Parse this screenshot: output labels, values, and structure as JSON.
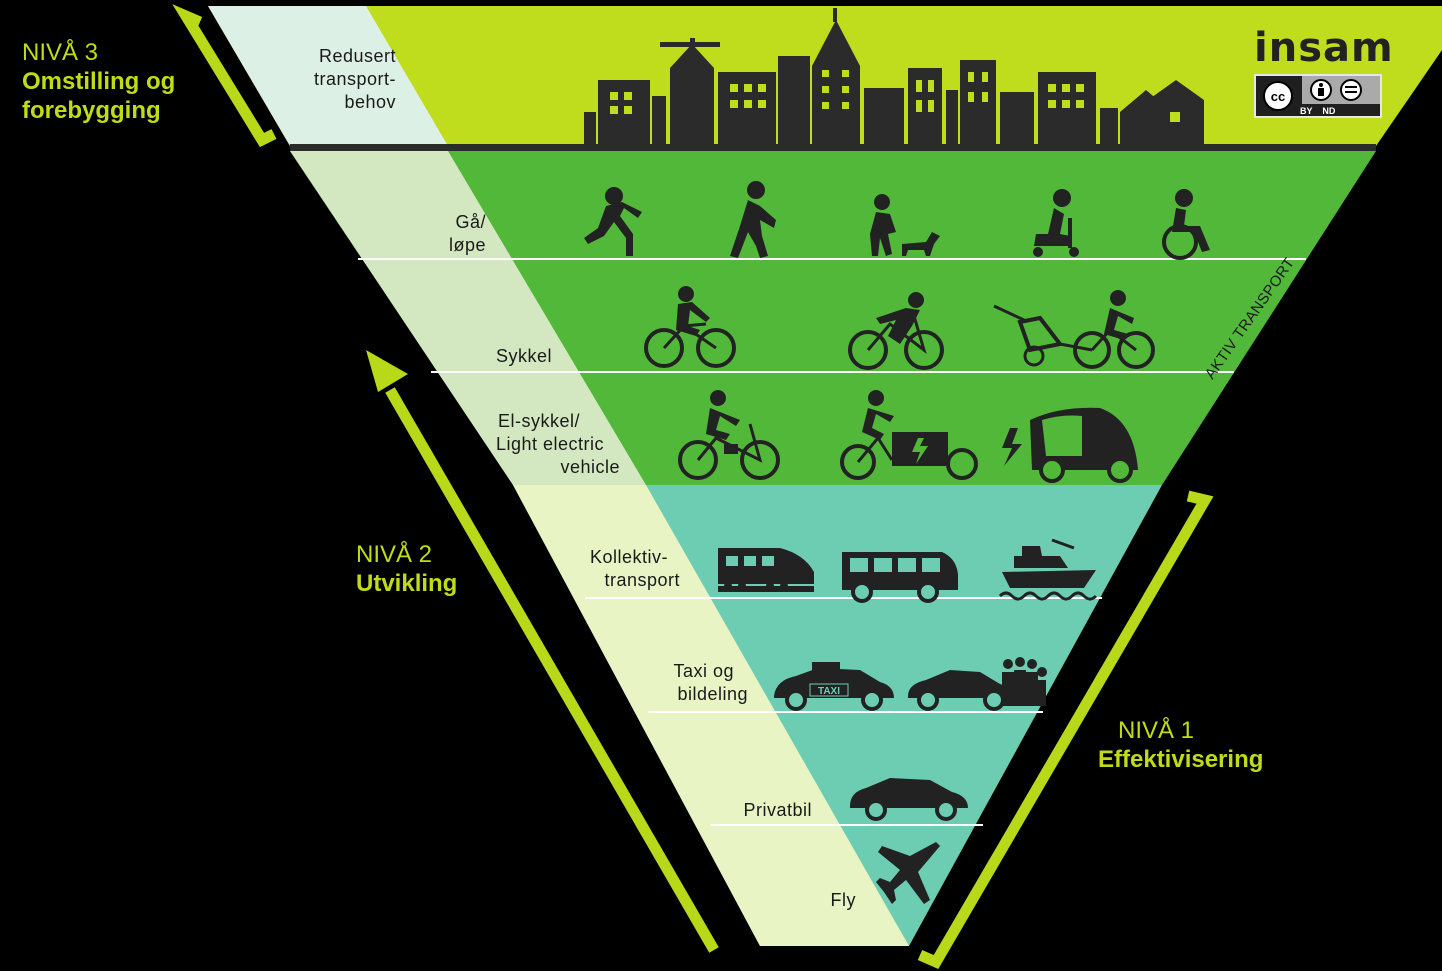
{
  "colors": {
    "background": "#000000",
    "level3_band": "#bfdd1c",
    "level3_label_panel": "#ddf0e6",
    "active_band": "#52b83a",
    "active_label_panel": "#d3e8c0",
    "efficiency_band": "#6dcdb2",
    "efficiency_label_panel": "#e8f4c4",
    "bracket_green": "#b8d81a",
    "level_text": "#c1dc16"
  },
  "levels": {
    "level3": {
      "title": "NIVÅ 3",
      "subtitle": "Omstilling og forebygging"
    },
    "level2": {
      "title": "NIVÅ 2",
      "subtitle": "Utvikling"
    },
    "level1": {
      "title": "NIVÅ 1",
      "subtitle": "Effektivisering"
    }
  },
  "brand": {
    "logo": "insam",
    "license_icons": [
      "cc-icon",
      "by-icon",
      "nd-icon"
    ],
    "license_sub": "BY    ND"
  },
  "side_label": "AKTIV TRANSPORT",
  "rows": [
    {
      "label": "Redusert transport- behov",
      "lines": [
        "Redusert",
        "transport-",
        "behov"
      ],
      "icons": [
        "city-skyline-icon"
      ]
    },
    {
      "label": "Gå/ løpe",
      "lines": [
        "Gå/",
        "løpe"
      ],
      "icons": [
        "runner-icon",
        "walker-icon",
        "dog-walker-icon",
        "mobility-scooter-icon",
        "wheelchair-icon"
      ]
    },
    {
      "label": "Sykkel",
      "lines": [
        "Sykkel"
      ],
      "icons": [
        "city-bicycle-icon",
        "road-bicycle-icon",
        "bike-trailer-icon"
      ]
    },
    {
      "label": "El-sykkel/ Light electric vehicle",
      "lines": [
        "El-sykkel/",
        "Light electric",
        "vehicle"
      ],
      "icons": [
        "e-bike-icon",
        "cargo-e-bike-icon",
        "light-electric-vehicle-icon"
      ]
    },
    {
      "label": "Kollektiv- transport",
      "lines": [
        "Kollektiv-",
        "transport"
      ],
      "icons": [
        "train-icon",
        "bus-icon",
        "ferry-icon"
      ]
    },
    {
      "label": "Taxi og bildeling",
      "lines": [
        "Taxi og",
        "bildeling"
      ],
      "icons": [
        "taxi-icon",
        "car-sharing-icon"
      ],
      "taxi_sign": "TAXI"
    },
    {
      "label": "Privatbil",
      "lines": [
        "Privatbil"
      ],
      "icons": [
        "private-car-icon"
      ]
    },
    {
      "label": "Fly",
      "lines": [
        "Fly"
      ],
      "icons": [
        "airplane-icon"
      ]
    }
  ]
}
